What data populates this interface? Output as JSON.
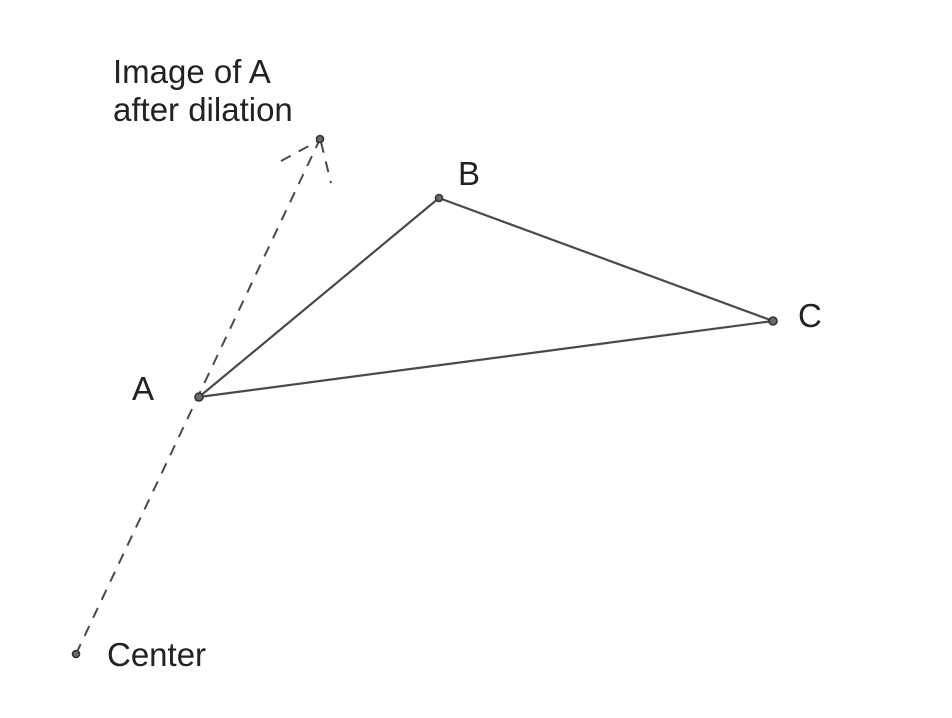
{
  "labels": {
    "image_line1": "Image of A",
    "image_line2": "after dilation",
    "point_b": "B",
    "point_c": "C",
    "point_a": "A",
    "center": "Center"
  },
  "colors": {
    "line": "#4a4a4a",
    "text": "#222222",
    "background": "#ffffff"
  }
}
